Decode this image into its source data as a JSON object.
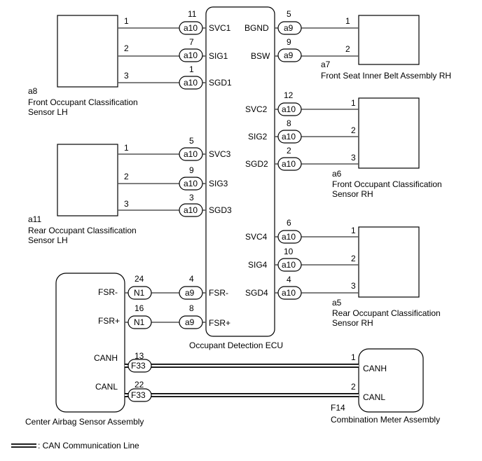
{
  "components": {
    "ecu": "Occupant Detection ECU",
    "a8_id": "a8",
    "a8_name_1": "Front Occupant Classification",
    "a8_name_2": "Sensor LH",
    "a11_id": "a11",
    "a11_name_1": "Rear Occupant Classification",
    "a11_name_2": "Sensor LH",
    "a7_id": "a7",
    "a7_name": "Front Seat Inner Belt Assembly RH",
    "a6_id": "a6",
    "a6_name_1": "Front Occupant Classification",
    "a6_name_2": "Sensor RH",
    "a5_id": "a5",
    "a5_name_1": "Rear Occupant Classification",
    "a5_name_2": "Sensor RH",
    "airbag": "Center Airbag Sensor Assembly",
    "f14_id": "F14",
    "meter": "Combination Meter Assembly"
  },
  "connectors": {
    "a8": "a10",
    "a7": "a9",
    "a6": "a10",
    "a11": "a10",
    "a5": "a10",
    "fsr": "a9",
    "n1": "N1",
    "f33": "F33"
  },
  "left_upper": [
    {
      "ecu_pin": "11",
      "signal": "SVC1",
      "sensor_pin": "1"
    },
    {
      "ecu_pin": "7",
      "signal": "SIG1",
      "sensor_pin": "2"
    },
    {
      "ecu_pin": "1",
      "signal": "SGD1",
      "sensor_pin": "3"
    }
  ],
  "left_lower": [
    {
      "ecu_pin": "5",
      "signal": "SVC3",
      "sensor_pin": "1"
    },
    {
      "ecu_pin": "9",
      "signal": "SIG3",
      "sensor_pin": "2"
    },
    {
      "ecu_pin": "3",
      "signal": "SGD3",
      "sensor_pin": "3"
    }
  ],
  "right_belt": [
    {
      "ecu_pin": "5",
      "signal": "BGND",
      "sensor_pin": "1"
    },
    {
      "ecu_pin": "9",
      "signal": "BSW",
      "sensor_pin": "2"
    }
  ],
  "right_front": [
    {
      "ecu_pin": "12",
      "signal": "SVC2",
      "sensor_pin": "1"
    },
    {
      "ecu_pin": "8",
      "signal": "SIG2",
      "sensor_pin": "2"
    },
    {
      "ecu_pin": "2",
      "signal": "SGD2",
      "sensor_pin": "3"
    }
  ],
  "right_rear": [
    {
      "ecu_pin": "6",
      "signal": "SVC4",
      "sensor_pin": "1"
    },
    {
      "ecu_pin": "10",
      "signal": "SIG4",
      "sensor_pin": "2"
    },
    {
      "ecu_pin": "4",
      "signal": "SGD4",
      "sensor_pin": "3"
    }
  ],
  "fsr": [
    {
      "airbag_pin": "24",
      "airbag_signal": "FSR-",
      "ecu_pin": "4",
      "ecu_signal": "FSR-"
    },
    {
      "airbag_pin": "16",
      "airbag_signal": "FSR+",
      "ecu_pin": "8",
      "ecu_signal": "FSR+"
    }
  ],
  "can": [
    {
      "airbag_pin": "13",
      "airbag_signal": "CANH",
      "meter_pin": "1",
      "meter_signal": "CANH"
    },
    {
      "airbag_pin": "22",
      "airbag_signal": "CANL",
      "meter_pin": "2",
      "meter_signal": "CANL"
    }
  ],
  "legend": {
    "text": ": CAN Communication Line"
  }
}
